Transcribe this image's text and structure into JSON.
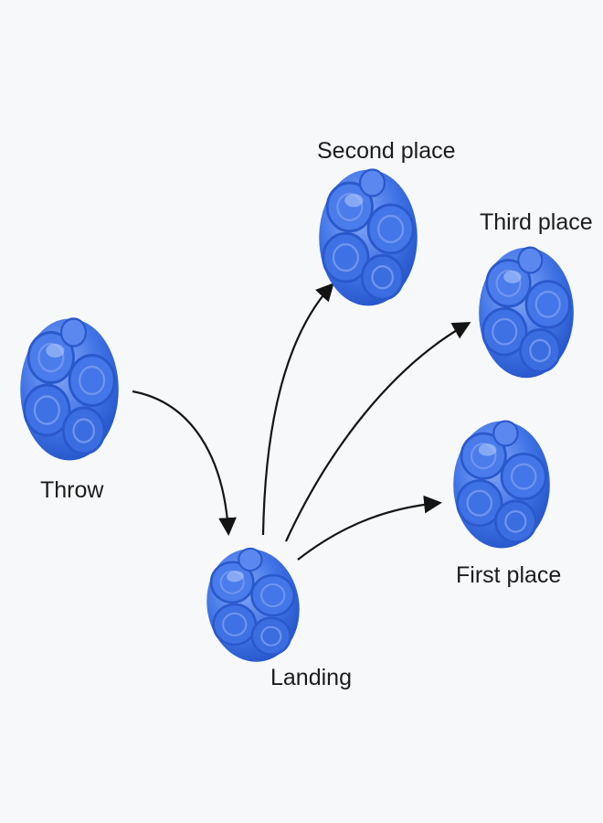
{
  "labels": {
    "throw": "Throw",
    "landing": "Landing",
    "second": "Second place",
    "third": "Third place",
    "first": "First place"
  },
  "colors": {
    "ball": "#3f73e6",
    "ball_dark": "#1f4fc2",
    "ball_light": "#86a9f5",
    "arrow": "#141414",
    "background": "#f7f8fa"
  }
}
